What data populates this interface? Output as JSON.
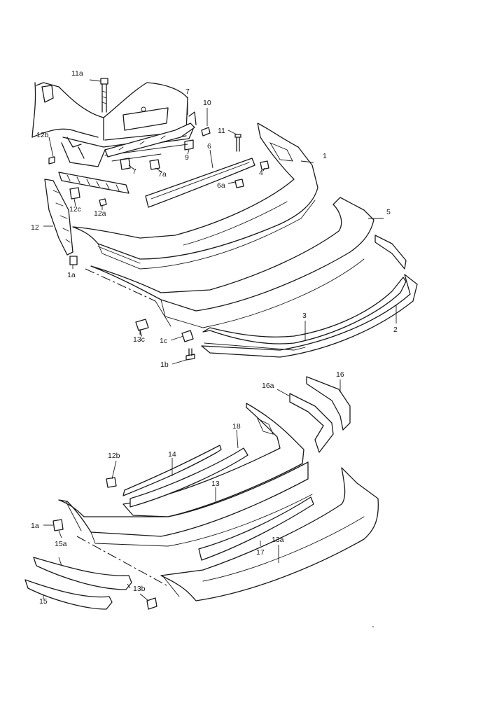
{
  "labels": {
    "l11a_top": "11a",
    "l7_top": "7",
    "l10": "10",
    "l11_mid": "11",
    "l12b_top": "12b",
    "l6": "6",
    "l9": "9",
    "l1": "1",
    "l4": "4",
    "l7_low": "7",
    "l7a": "7a",
    "l6a": "6a",
    "l12c": "12c",
    "l12a": "12a",
    "l5": "5",
    "l12": "12",
    "l1a_top": "1a",
    "l3": "3",
    "l2": "2",
    "l13c": "13c",
    "l1c": "1c",
    "l1b": "1b",
    "l16a": "16a",
    "l16": "16",
    "l18": "18",
    "l12b_low": "12b",
    "l14": "14",
    "l13": "13",
    "l1a_low": "1a",
    "l15a": "15a",
    "l13a": "13a",
    "l17": "17",
    "l13b": "13b",
    "l15": "15"
  }
}
